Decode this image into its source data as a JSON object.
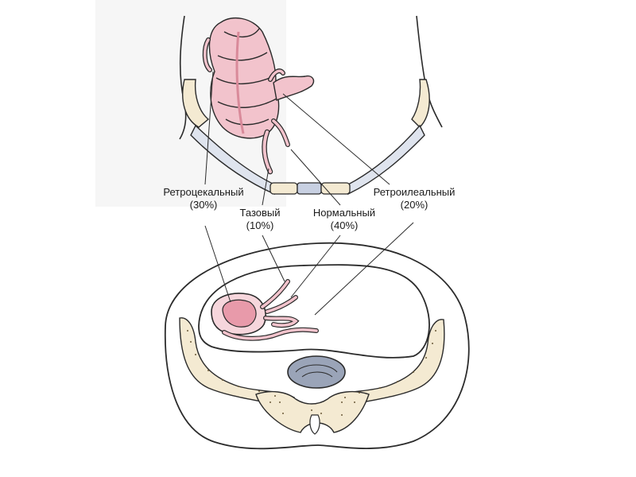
{
  "labels": {
    "retrocecal": {
      "name": "Ретроцекальный",
      "percent": "(30%)"
    },
    "pelvic": {
      "name": "Тазовый",
      "percent": "(10%)"
    },
    "normal": {
      "name": "Нормальный",
      "percent": "(40%)"
    },
    "retroileal": {
      "name": "Ретроилеальный",
      "percent": "(20%)"
    }
  },
  "colors": {
    "line": "#2b2b2b",
    "bowel_fill": "#f2c3cc",
    "bowel_shadow": "#d98a9a",
    "bone_fill": "#f4ead2",
    "bone_dots": "#6b5a3a",
    "ligament_fill": "#cfd7e6",
    "vertebra_fill": "#9aa4b8",
    "background_left": "#f7f7f7"
  }
}
